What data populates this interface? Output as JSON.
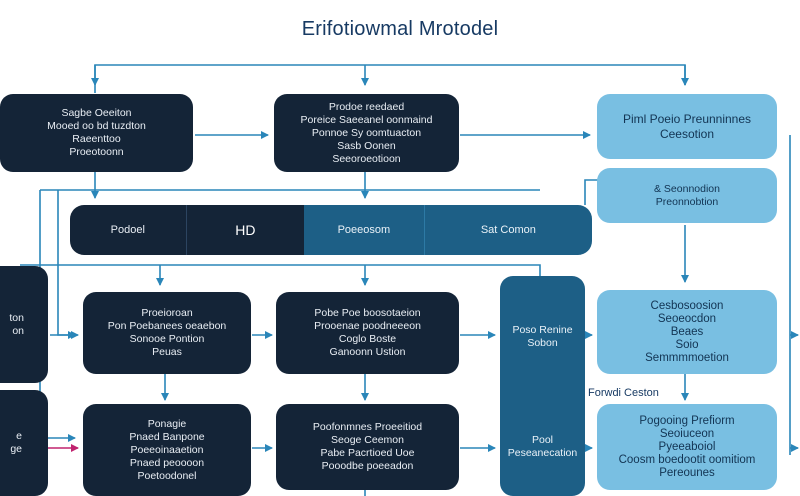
{
  "title": "Erifotiowmal Mrotodel",
  "nodes": {
    "top_left": [
      "Sagbe Oeeiton",
      "Mooed oo bd tuzdton",
      "Raeenttoo",
      "Proeotoonn"
    ],
    "top_center": [
      "Prodoe reedaed",
      "Poreice Saeeanel oonmaind",
      "Ponnoe Sy oomtuacton",
      "Sasb Oonen",
      "Seeoroeotioon"
    ],
    "top_right": [
      "Piml Poeio Preunninnes",
      "Ceesotion"
    ],
    "mid_right": [
      "& Seonnodion",
      "Preonnobtion"
    ],
    "left_edge_upper": [
      "ton",
      "on"
    ],
    "left_edge_lower": [
      "e",
      "ge"
    ],
    "mid_left": [
      "Proeioroan",
      "Pon Poebanees oeaebon",
      "Sonooe Pontion",
      "Peuas"
    ],
    "mid_center": [
      "Pobe Poe boosotaeion",
      "Prooenae poodneeeon",
      "Coglo Boste",
      "Ganoonn Ustion"
    ],
    "tall_blue": {
      "upper": [
        "Poso Renine",
        "Sobon"
      ],
      "lower": [
        "Pool",
        "Peseanecation"
      ]
    },
    "mid_far_right": [
      "Cesbosoosion",
      "Seoeocdon",
      "Beaes",
      "Soio",
      "Semmmmoetion"
    ],
    "bot_left": [
      "Ponagie",
      "Pnaed Banpone",
      "Poeeoinaaetion",
      "Pnaed peoooon",
      "Poetoodonel"
    ],
    "bot_center": [
      "Poofonmnes Proeeitiod",
      "Seoge Ceemon",
      "Pabe Pacrtioed Uoe",
      "Pooodbe poeeadon"
    ],
    "bot_right": [
      "Pogooing Prefiorm",
      "Seoiuceon",
      "Pyeeaboiol",
      "Coosm boedootit oomitiom",
      "Pereounes"
    ]
  },
  "bar_segments": [
    "Podoel",
    "HD",
    "Poeeosom",
    "Sat Comon"
  ],
  "float_label": "Forwdi Ceston"
}
